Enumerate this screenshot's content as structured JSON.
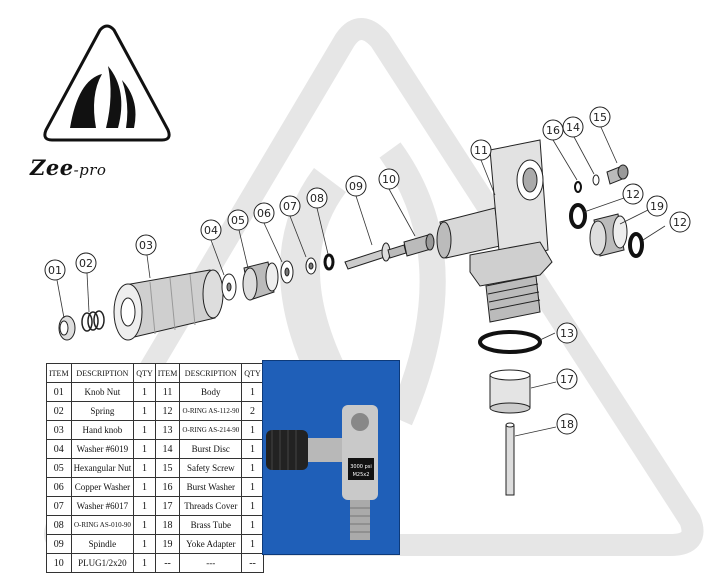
{
  "brand": {
    "name": "Zee",
    "suffix": "-pro"
  },
  "callouts": [
    "01",
    "02",
    "03",
    "04",
    "05",
    "06",
    "07",
    "08",
    "09",
    "10",
    "11",
    "12",
    "12",
    "13",
    "14",
    "15",
    "16",
    "17",
    "18",
    "19"
  ],
  "table": {
    "headers": [
      "ITEM",
      "DESCRIPTION",
      "QTY",
      "ITEM",
      "DESCRIPTION",
      "QTY"
    ],
    "rows": [
      [
        "01",
        "Knob Nut",
        "1",
        "11",
        "Body",
        "1"
      ],
      [
        "02",
        "Spring",
        "1",
        "12",
        "O-RING AS-112-90",
        "2"
      ],
      [
        "03",
        "Hand knob",
        "1",
        "13",
        "O-RING AS-214-90",
        "1"
      ],
      [
        "04",
        "Washer #6019",
        "1",
        "14",
        "Burst Disc",
        "1"
      ],
      [
        "05",
        "Hexangular Nut",
        "1",
        "15",
        "Safety Screw",
        "1"
      ],
      [
        "06",
        "Copper Washer",
        "1",
        "16",
        "Burst Washer",
        "1"
      ],
      [
        "07",
        "Washer #6017",
        "1",
        "17",
        "Threads Cover",
        "1"
      ],
      [
        "08",
        "O-RING AS-010-90",
        "1",
        "18",
        "Brass Tube",
        "1"
      ],
      [
        "09",
        "Spindle",
        "1",
        "19",
        "Yoke Adapter",
        "1"
      ],
      [
        "10",
        "PLUG1/2x20",
        "1",
        "--",
        "---",
        "--"
      ]
    ]
  },
  "photo": {
    "label_line1": "3000 psi",
    "label_line2": "M25x2"
  },
  "colors": {
    "photo_bg": "#1f5fb8",
    "watermark": "#e4e4e4",
    "line": "#222222"
  }
}
